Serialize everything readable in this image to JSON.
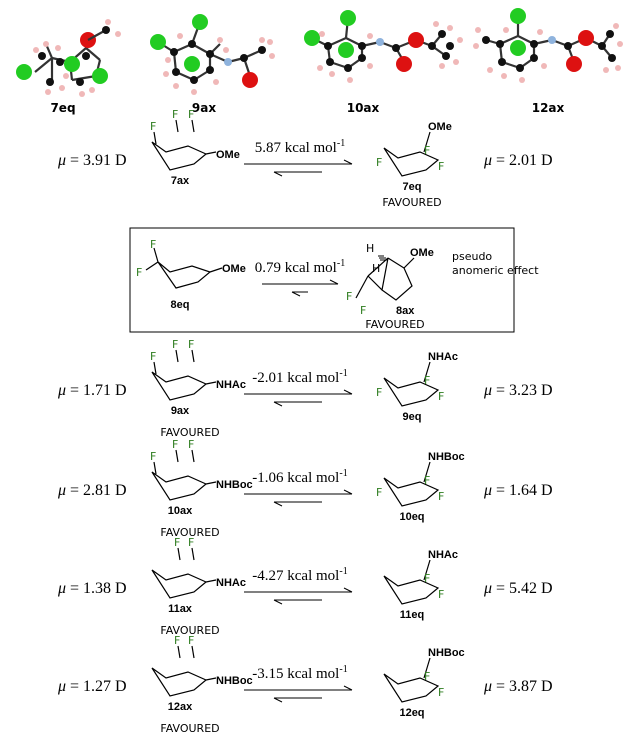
{
  "ball_and_stick": [
    {
      "label": "7eq"
    },
    {
      "label": "9ax"
    },
    {
      "label": "10ax"
    },
    {
      "label": "12ax"
    }
  ],
  "mu_symbol": "μ",
  "favoured_label": "FAVOURED",
  "reactions": [
    {
      "mu_left": "= 3.91 D",
      "left_label": "7ax",
      "left_subst": "OMe",
      "energy": "5.87 kcal mol",
      "right_label": "7eq",
      "right_subst": "OMe",
      "mu_right": "= 2.01 D",
      "favoured_side": "right"
    },
    {
      "mu_left": "= 1.71 D",
      "left_label": "9ax",
      "left_subst": "NHAc",
      "energy": "-2.01 kcal mol",
      "right_label": "9eq",
      "right_subst": "NHAc",
      "mu_right": "= 3.23 D",
      "favoured_side": "left"
    },
    {
      "mu_left": "= 2.81 D",
      "left_label": "10ax",
      "left_subst": "NHBoc",
      "energy": "-1.06 kcal mol",
      "right_label": "10eq",
      "right_subst": "NHBoc",
      "mu_right": "= 1.64 D",
      "favoured_side": "left"
    },
    {
      "mu_left": "= 1.38 D",
      "left_label": "11ax",
      "left_subst": "NHAc",
      "energy": "-4.27 kcal mol",
      "right_label": "11eq",
      "right_subst": "NHAc",
      "mu_right": "= 5.42 D",
      "favoured_side": "left"
    },
    {
      "mu_left": "= 1.27 D",
      "left_label": "12ax",
      "left_subst": "NHBoc",
      "energy": "-3.15 kcal mol",
      "right_label": "12eq",
      "right_subst": "NHBoc",
      "mu_right": "= 3.87 D",
      "favoured_side": "left"
    }
  ],
  "energy_superscript": "-1",
  "boxed": {
    "left_label": "8eq",
    "left_subst": "OMe",
    "energy": "0.79 kcal mol",
    "right_label": "8ax",
    "right_subst": "OMe",
    "right_h1": "H",
    "right_h2": "H",
    "note_line1": "pseudo",
    "note_line2": "anomeric effect"
  },
  "atom_F": "F",
  "colors": {
    "fluorine_label": "#2e7d1f",
    "fluorine_ball": "#22cc22",
    "oxygen_ball": "#dd1111",
    "nitrogen_ball": "#8fb3dd",
    "carbon_ball": "#111111",
    "hydrogen_ball": "#f0b8b8",
    "box_border": "#000000"
  }
}
